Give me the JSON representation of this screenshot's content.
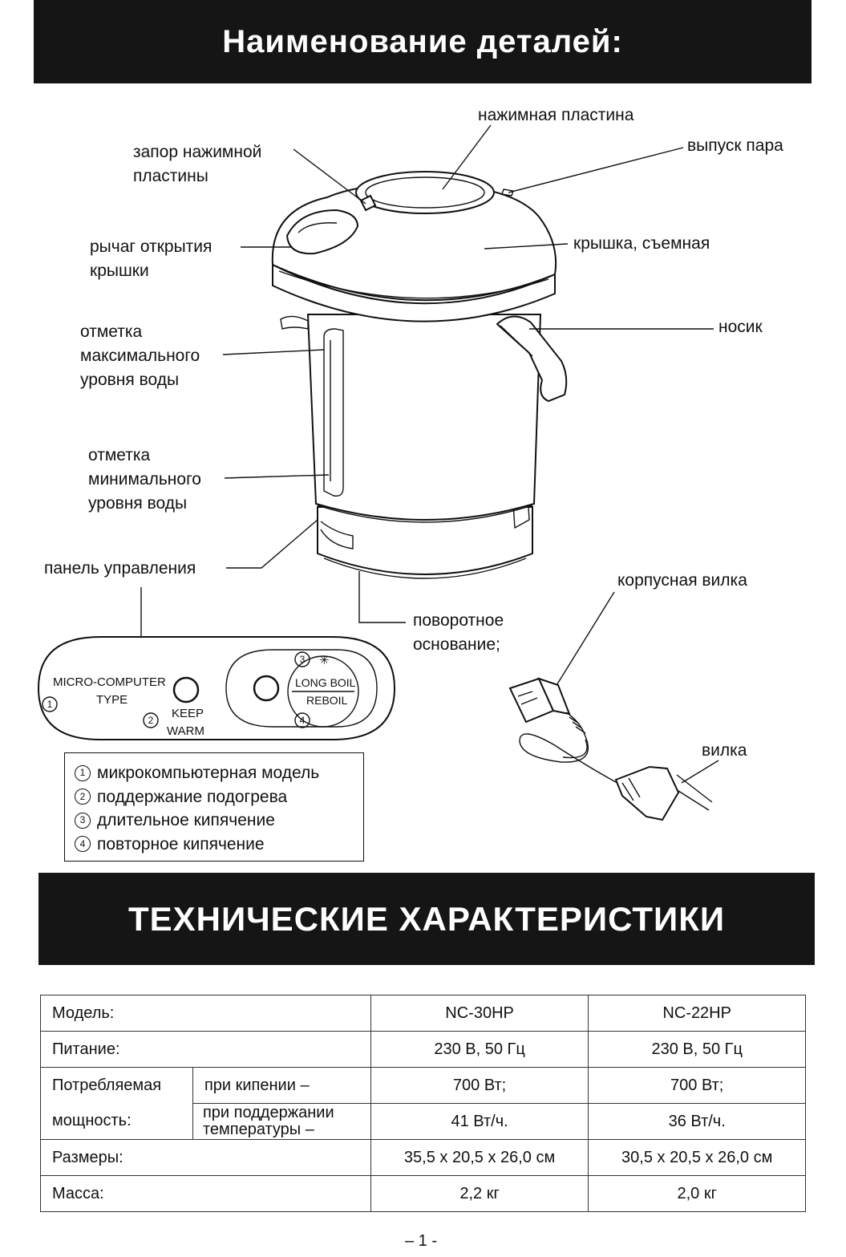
{
  "parts": {
    "title": "Наименование деталей:",
    "callouts": {
      "press_plate": "нажимная пластина",
      "press_plate_lock_1": "запор нажимной",
      "press_plate_lock_2": "пластины",
      "steam_outlet": "выпуск пара",
      "lid_lever_1": "рычаг открытия",
      "lid_lever_2": "крышки",
      "lid_removable": "крышка, съемная",
      "max_mark_1": "отметка",
      "max_mark_2": "максимального",
      "max_mark_3": "уровня воды",
      "spout": "носик",
      "min_mark_1": "отметка",
      "min_mark_2": "минимального",
      "min_mark_3": "уровня воды",
      "control_panel": "панель управления",
      "swivel_base_1": "поворотное",
      "swivel_base_2": "основание;",
      "body_plug": "корпусная вилка",
      "plug": "вилка"
    },
    "panel": {
      "micro_1": "MICRO-COMPUTER",
      "micro_2": "TYPE",
      "keep_1": "KEEP",
      "keep_2": "WARM",
      "long_boil": "LONG BOIL",
      "reboil": "REBOIL",
      "n1": "1",
      "n2": "2",
      "n3": "3",
      "n4": "4",
      "star": "✳"
    },
    "legend": [
      {
        "num": "1",
        "text": "микрокомпьютерная модель"
      },
      {
        "num": "2",
        "text": "поддержание подогрева"
      },
      {
        "num": "3",
        "text": "длительное кипячение"
      },
      {
        "num": "4",
        "text": "повторное кипячение"
      }
    ]
  },
  "specs": {
    "title": "ТЕХНИЧЕСКИЕ ХАРАКТЕРИСТИКИ",
    "model_label": "Модель:",
    "model_a": "NC-30HP",
    "model_b": "NC-22HP",
    "power_label": "Питание:",
    "power_a": "230 В, 50 Гц",
    "power_b": "230 В, 50 Гц",
    "consumption_label_1": "Потребляемая",
    "consumption_label_2": "мощность:",
    "boiling_label": "при кипении –",
    "boiling_a": "700 Вт;",
    "boiling_b": "700 Вт;",
    "keepwarm_label_1": "при поддержании",
    "keepwarm_label_2": "температуры –",
    "keepwarm_a": "41 Вт/ч.",
    "keepwarm_b": "36 Вт/ч.",
    "size_label": "Размеры:",
    "size_a": "35,5 x 20,5 x 26,0 см",
    "size_b": "30,5 x 20,5 x 26,0 см",
    "mass_label": "Масса:",
    "mass_a": "2,2 кг",
    "mass_b": "2,0 кг"
  },
  "page_number": "– 1 -"
}
